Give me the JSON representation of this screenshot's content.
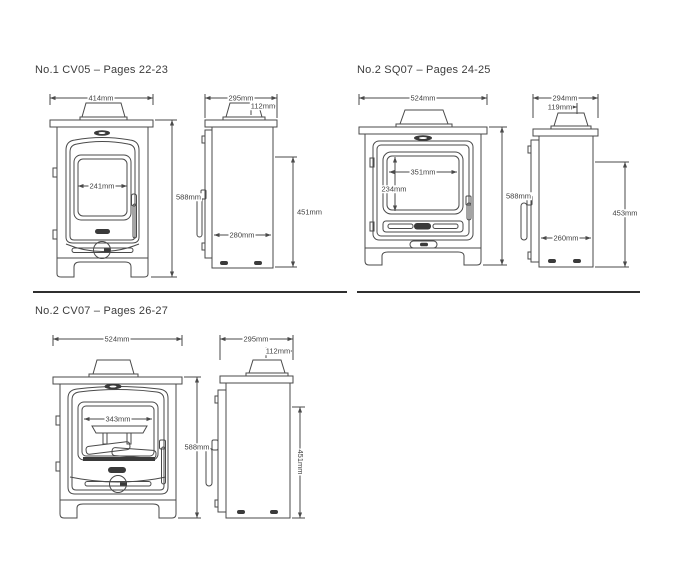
{
  "page": {
    "background": "#ffffff",
    "line_color": "#4a4a4a",
    "text_color": "#3c3c3c"
  },
  "sections": [
    {
      "id": "cv05",
      "heading": "No.1 CV05 – Pages 22-23",
      "front": {
        "width": "414mm",
        "glass_width": "241mm",
        "height": "588mm"
      },
      "side": {
        "depth": "295mm",
        "flue": "112mm",
        "height": "451mm",
        "base": "280mm"
      }
    },
    {
      "id": "sq07",
      "heading": "No.2 SQ07 – Pages 24-25",
      "front": {
        "width": "524mm",
        "glass_width": "351mm",
        "glass_height": "234mm",
        "height": "588mm"
      },
      "side": {
        "depth": "294mm",
        "flue": "119mm",
        "height": "453mm",
        "base": "260mm"
      }
    },
    {
      "id": "cv07",
      "heading": "No.2 CV07 – Pages 26-27",
      "front": {
        "width": "524mm",
        "glass_width": "343mm",
        "height": "588mm"
      },
      "side": {
        "depth": "295mm",
        "flue": "112mm",
        "height": "451mm"
      }
    }
  ]
}
